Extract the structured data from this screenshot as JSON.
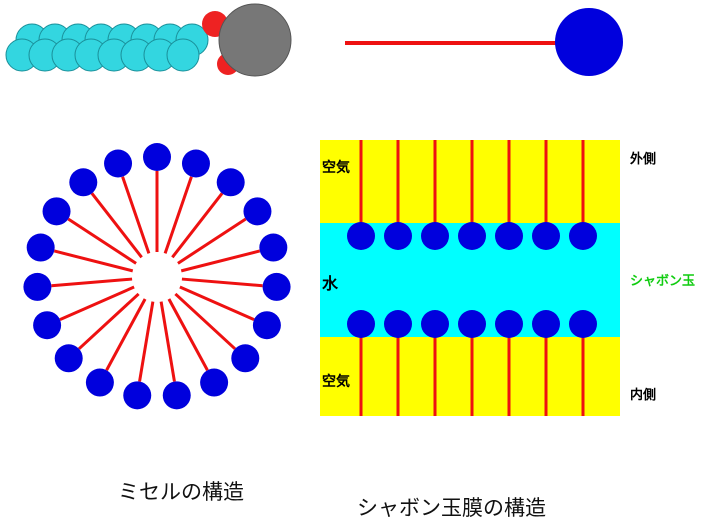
{
  "labels": {
    "air_top": "空気",
    "air_bottom": "空気",
    "water": "水",
    "outer": "外側",
    "inner": "内側",
    "bubble": "シャボン玉"
  },
  "captions": {
    "micelle": "ミセルの構造",
    "film": "シャボン玉膜の構造"
  },
  "colors": {
    "head": "#0000dd",
    "tail": "#ee1111",
    "air": "#ffff00",
    "water": "#00ffff",
    "bubble_text": "#11cc11",
    "carbon": "#33d6e0",
    "oxygen": "#ee2222",
    "sodium": "#777777"
  },
  "micelle": {
    "molecule_count": 19
  },
  "film": {
    "molecules_per_layer": 7
  }
}
